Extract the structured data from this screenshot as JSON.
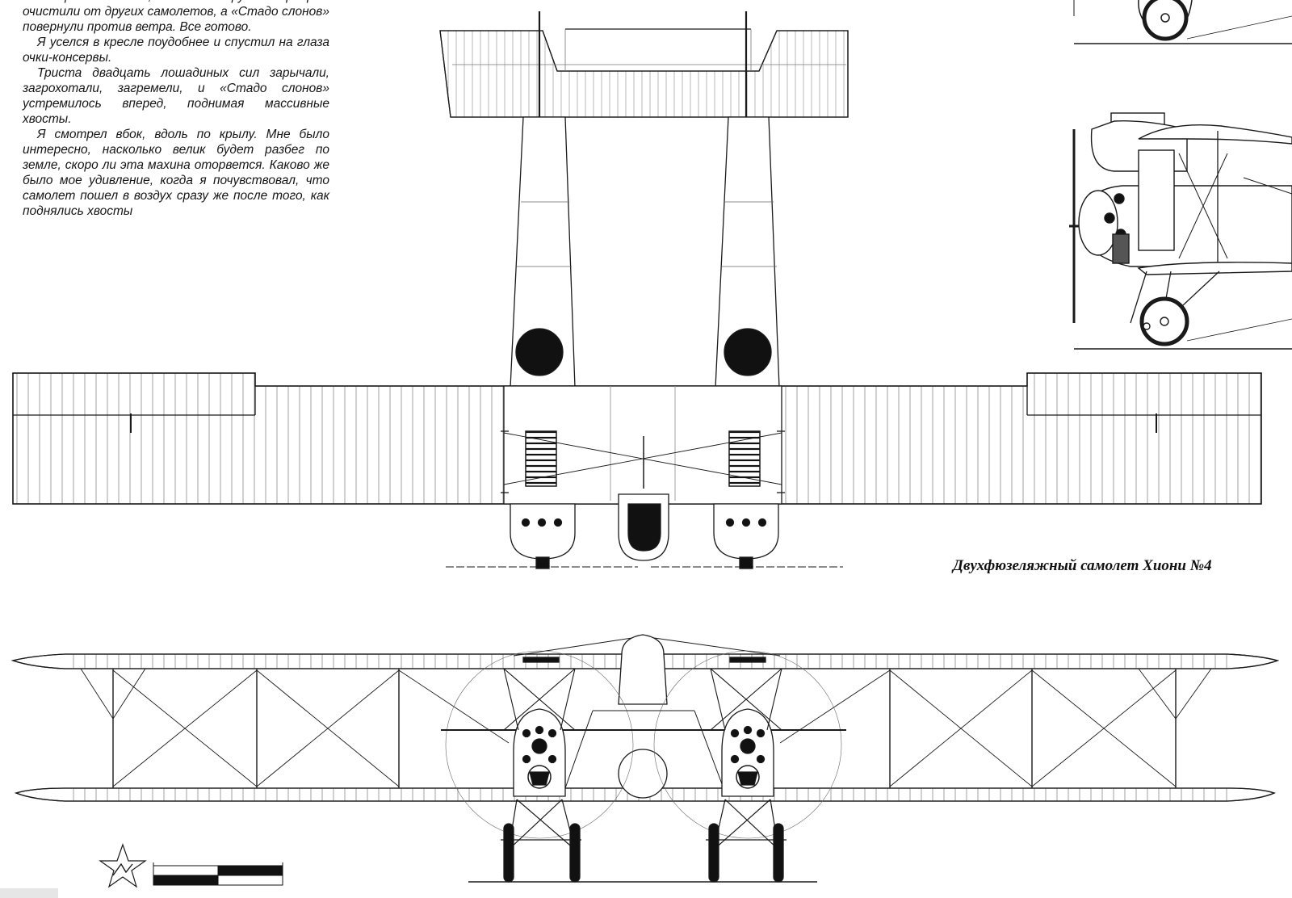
{
  "article": {
    "paragraphs": [
      "Вот заработал один, а за ним — другой. Аэродром очистили от других самолетов, а «Стадо слонов» повернули против ветра. Все готово.",
      "Я уселся в кресле поудобнее и спустил на глаза очки-консервы.",
      "Триста двадцать лошадиных сил зарычали, загрохотали, загремели, и «Стадо слонов» устремилось вперед, поднимая массивные хвосты.",
      "Я смотрел вбок, вдоль по крылу. Мне было интересно, насколько велик будет разбег по земле, скоро ли эта махина оторвется. Каково же было мое удивление, когда я почувствовал, что самолет пошел в воздух сразу же после того, как поднялись хвосты"
    ]
  },
  "caption": "Двухфюзеляжный самолет Хиони №4",
  "drawings": {
    "views": [
      "top-view",
      "side-view-rear",
      "side-view-front",
      "front-view"
    ],
    "line_color": "#1a1a1a",
    "fill_color": "#ffffff",
    "dark_fill": "#111111"
  }
}
